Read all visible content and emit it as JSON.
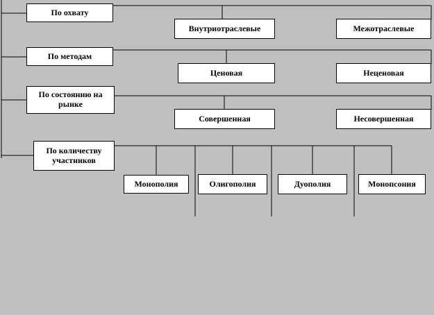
{
  "diagram": {
    "background_color": "#c0c0c0",
    "box_fill": "#ffffff",
    "line_color": "#000000",
    "rows": [
      {
        "category": "По охвату",
        "children": [
          {
            "label": "Внутриотраслевые"
          },
          {
            "label": "Межотраслевые"
          }
        ]
      },
      {
        "category": "По методам",
        "children": [
          {
            "label": "Ценовая"
          },
          {
            "label": "Неценовая"
          }
        ]
      },
      {
        "category": "По состоянию на рынке",
        "children": [
          {
            "label": "Совершенная"
          },
          {
            "label": "Несовершенная"
          }
        ]
      },
      {
        "category": "По количеству участников",
        "children": [
          {
            "label": "Монополия"
          },
          {
            "label": "Олигополия"
          },
          {
            "label": "Дуополия"
          },
          {
            "label": "Монопсония"
          }
        ]
      }
    ]
  }
}
